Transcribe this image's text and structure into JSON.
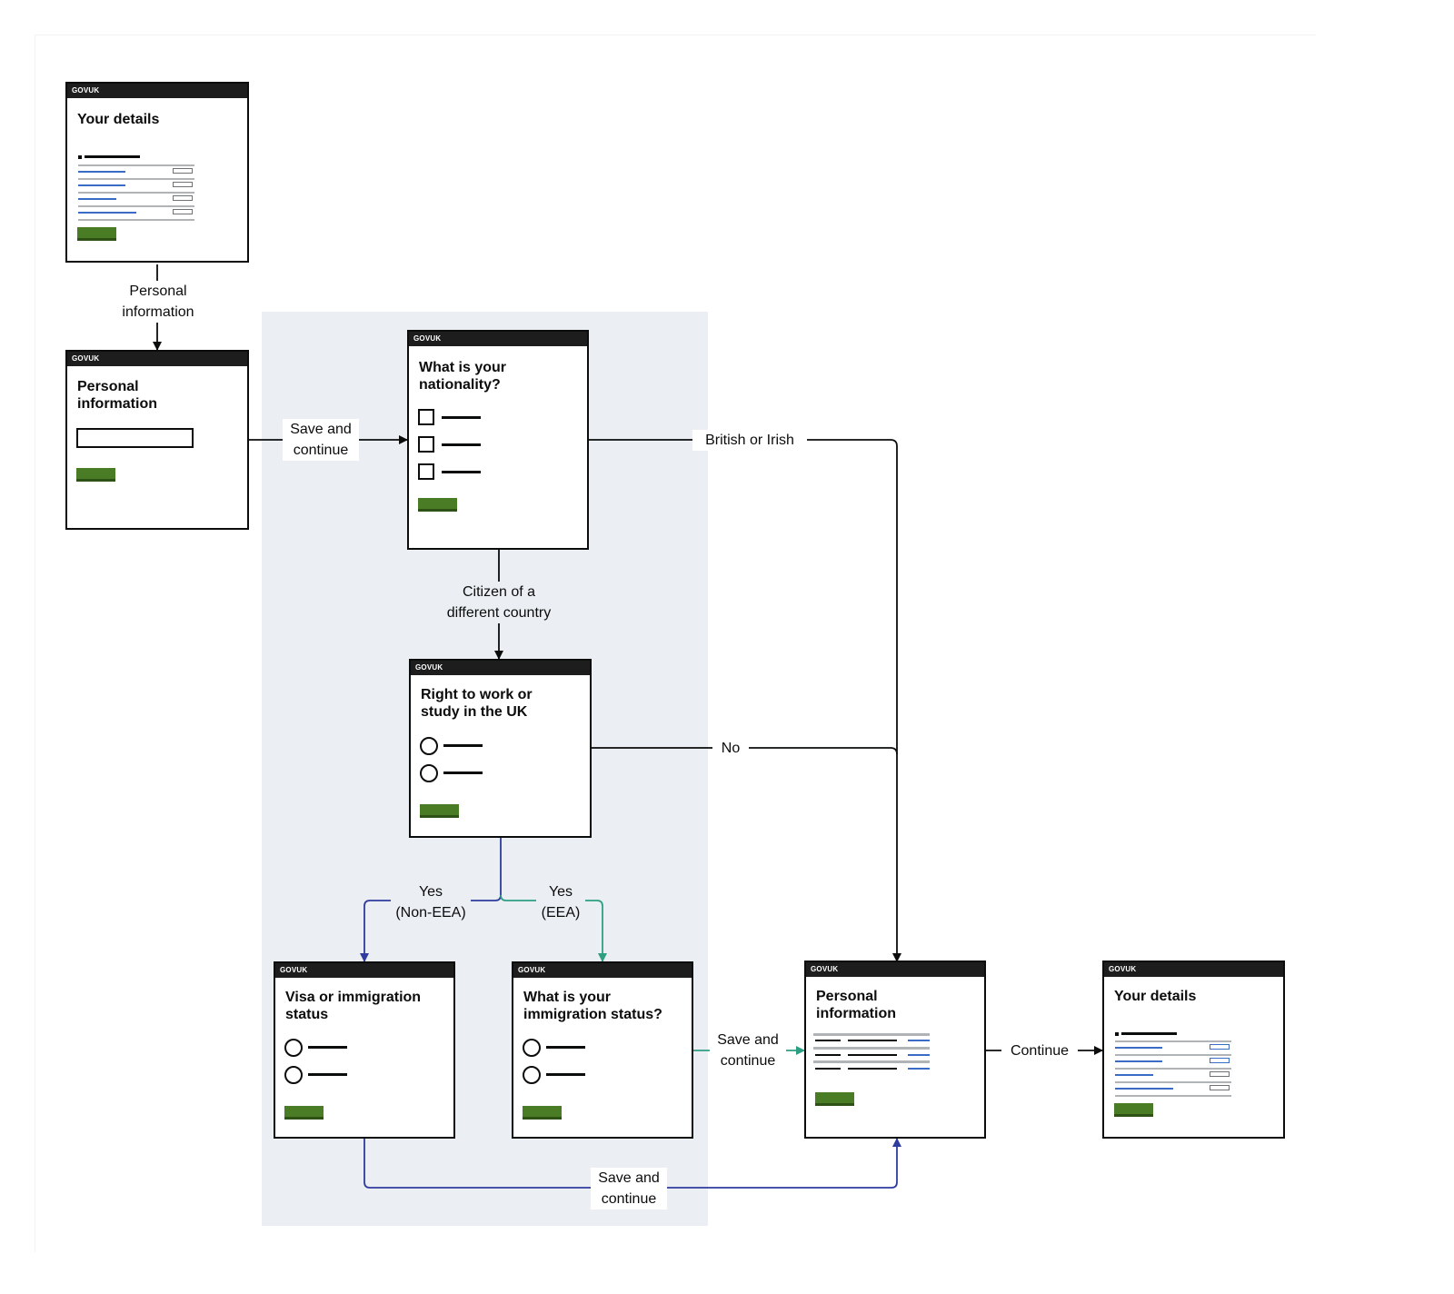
{
  "brand": "GOVUK",
  "colors": {
    "line_default": "#0b0c0c",
    "line_non_eea": "#2f3c9e",
    "line_eea": "#2e9e82",
    "button_green": "#4a7c25",
    "link_blue": "#3b6cc5",
    "shaded_region": "#ebeff3"
  },
  "pages": {
    "your_details_start": {
      "title": "Your details"
    },
    "personal_info_start": {
      "title": "Personal information"
    },
    "nationality": {
      "title": "What is your nationality?"
    },
    "right_to_work": {
      "title": "Right to work or study in the UK"
    },
    "visa_status": {
      "title": "Visa or immigration status"
    },
    "immigration_status": {
      "title": "What is your immigration status?"
    },
    "personal_info_summary": {
      "title": "Personal information"
    },
    "your_details_end": {
      "title": "Your details"
    }
  },
  "labels": {
    "personal_information": "Personal\ninformation",
    "save_continue_1": "Save and\ncontinue",
    "british_or_irish": "British or Irish",
    "citizen_other": "Citizen of a\ndifferent country",
    "no": "No",
    "yes_non_eea": "Yes\n(Non-EEA)",
    "yes_eea": "Yes\n(EEA)",
    "save_continue_2": "Save and\ncontinue",
    "save_continue_3": "Save and\ncontinue",
    "continue": "Continue"
  }
}
